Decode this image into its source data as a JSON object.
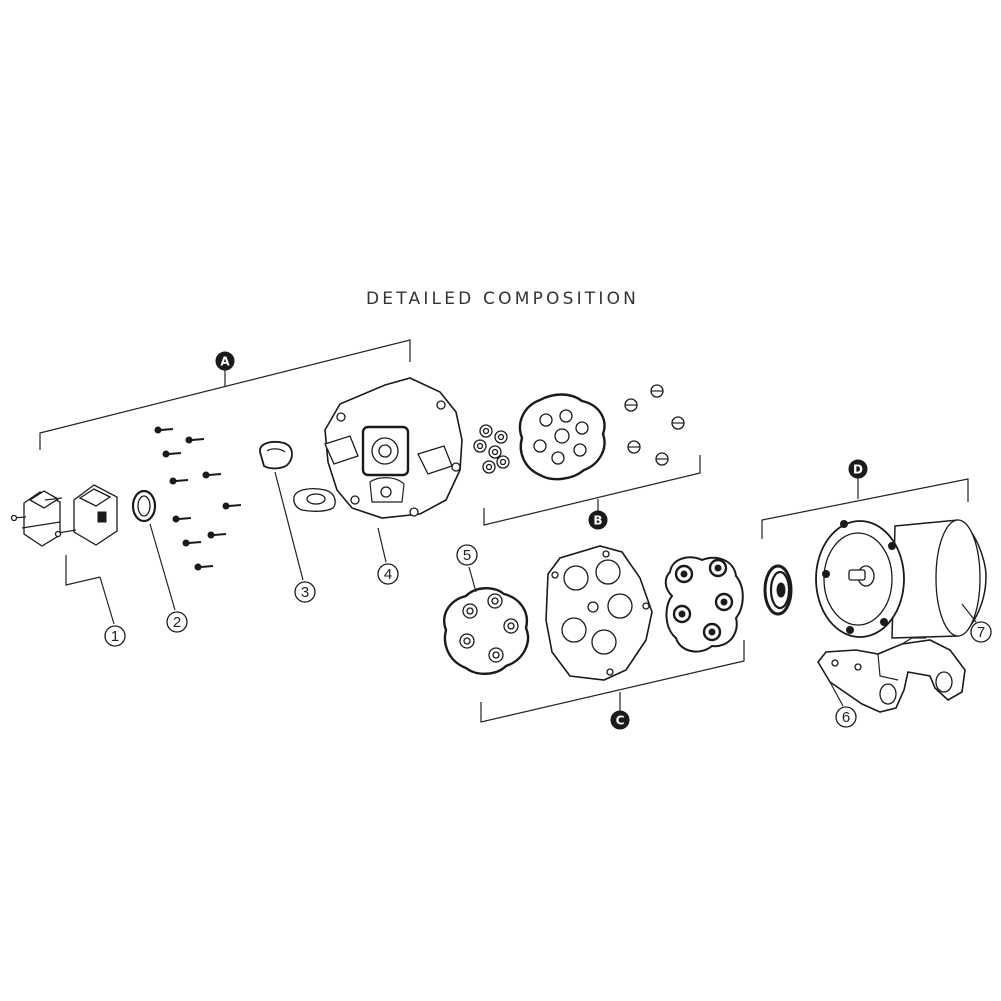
{
  "title": "DETAILED COMPOSITION",
  "groups": {
    "a": "A",
    "b": "B",
    "c": "C",
    "d": "D"
  },
  "parts": {
    "p1": "1",
    "p2": "2",
    "p3": "3",
    "p4": "4",
    "p5": "5",
    "p6": "6",
    "p7": "7"
  },
  "colors": {
    "line": "#1a1a1a",
    "background": "#ffffff",
    "badge": "#111111"
  }
}
